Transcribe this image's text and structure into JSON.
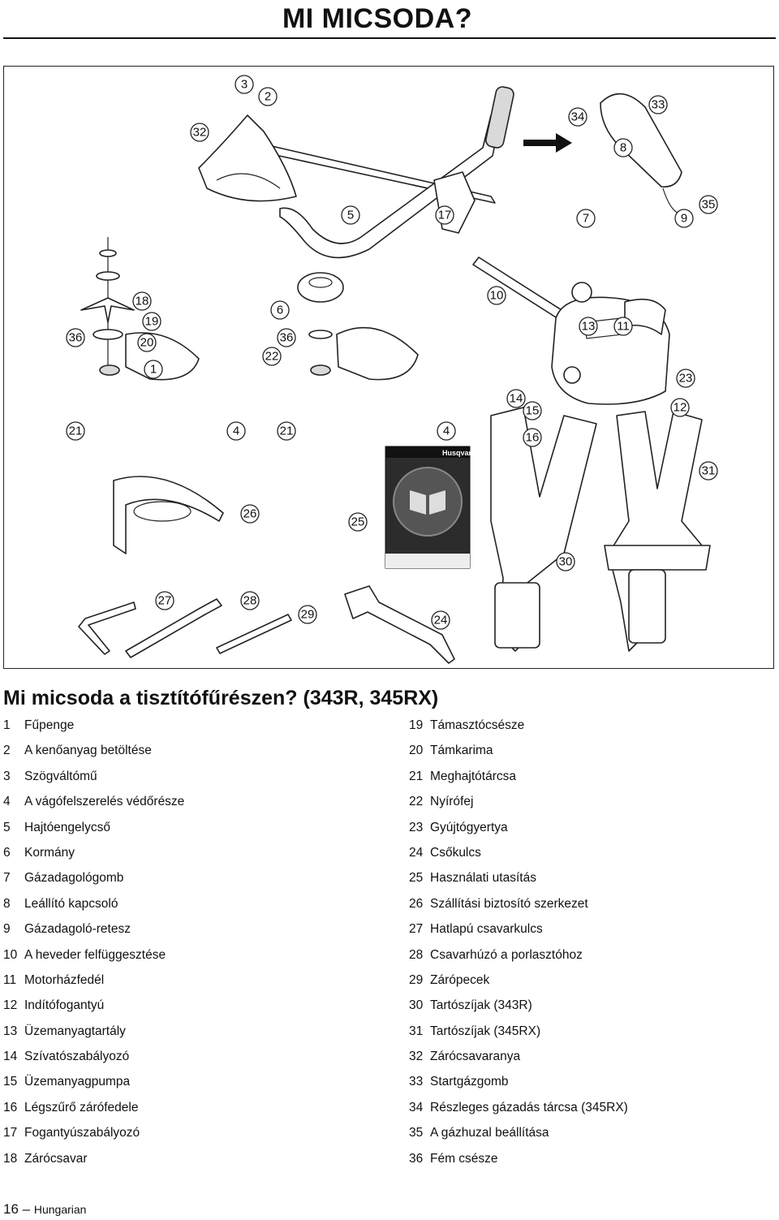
{
  "header": {
    "title": "MI MICSODA?"
  },
  "figure": {
    "manual_brand": "Husqvarna",
    "callouts": [
      "1",
      "2",
      "3",
      "4",
      "4",
      "5",
      "6",
      "7",
      "8",
      "9",
      "10",
      "11",
      "12",
      "13",
      "14",
      "15",
      "16",
      "17",
      "18",
      "19",
      "20",
      "21",
      "21",
      "22",
      "23",
      "24",
      "25",
      "26",
      "27",
      "28",
      "29",
      "30",
      "31",
      "32",
      "33",
      "34",
      "35",
      "36",
      "36"
    ]
  },
  "section": {
    "heading": "Mi micsoda a tisztítófűrészen? (343R, 345RX)"
  },
  "parts_left": [
    {
      "num": "1",
      "name": "Fűpenge"
    },
    {
      "num": "2",
      "name": "A kenőanyag betöltése"
    },
    {
      "num": "3",
      "name": "Szögváltómű"
    },
    {
      "num": "4",
      "name": "A vágófelszerelés védőrésze"
    },
    {
      "num": "5",
      "name": "Hajtóengelycső"
    },
    {
      "num": "6",
      "name": "Kormány"
    },
    {
      "num": "7",
      "name": "Gázadagológomb"
    },
    {
      "num": "8",
      "name": "Leállító kapcsoló"
    },
    {
      "num": "9",
      "name": "Gázadagoló-retesz"
    },
    {
      "num": "10",
      "name": "A heveder felfüggesztése"
    },
    {
      "num": "11",
      "name": "Motorházfedél"
    },
    {
      "num": "12",
      "name": "Indítófogantyú"
    },
    {
      "num": "13",
      "name": "Üzemanyagtartály"
    },
    {
      "num": "14",
      "name": "Szívatószabályozó"
    },
    {
      "num": "15",
      "name": "Üzemanyagpumpa"
    },
    {
      "num": "16",
      "name": "Légszűrő zárófedele"
    },
    {
      "num": "17",
      "name": "Fogantyúszabályozó"
    },
    {
      "num": "18",
      "name": "Zárócsavar"
    }
  ],
  "parts_right": [
    {
      "num": "19",
      "name": "Támasztócsésze"
    },
    {
      "num": "20",
      "name": "Támkarima"
    },
    {
      "num": "21",
      "name": "Meghajtótárcsa"
    },
    {
      "num": "22",
      "name": "Nyírófej"
    },
    {
      "num": "23",
      "name": "Gyújtógyertya"
    },
    {
      "num": "24",
      "name": "Csőkulcs"
    },
    {
      "num": "25",
      "name": "Használati utasítás"
    },
    {
      "num": "26",
      "name": "Szállítási biztosító szerkezet"
    },
    {
      "num": "27",
      "name": "Hatlapú csavarkulcs"
    },
    {
      "num": "28",
      "name": "Csavarhúzó a porlasztóhoz"
    },
    {
      "num": "29",
      "name": "Zárópecek"
    },
    {
      "num": "30",
      "name": "Tartószíjak (343R)"
    },
    {
      "num": "31",
      "name": "Tartószíjak (345RX)"
    },
    {
      "num": "32",
      "name": "Zárócsavaranya"
    },
    {
      "num": "33",
      "name": "Startgázgomb"
    },
    {
      "num": "34",
      "name": "Részleges gázadás tárcsa (345RX)"
    },
    {
      "num": "35",
      "name": "A gázhuzal beállítása"
    },
    {
      "num": "36",
      "name": "Fém csésze"
    }
  ],
  "footer": {
    "page_number": "16",
    "separator": "–",
    "language": "Hungarian"
  }
}
